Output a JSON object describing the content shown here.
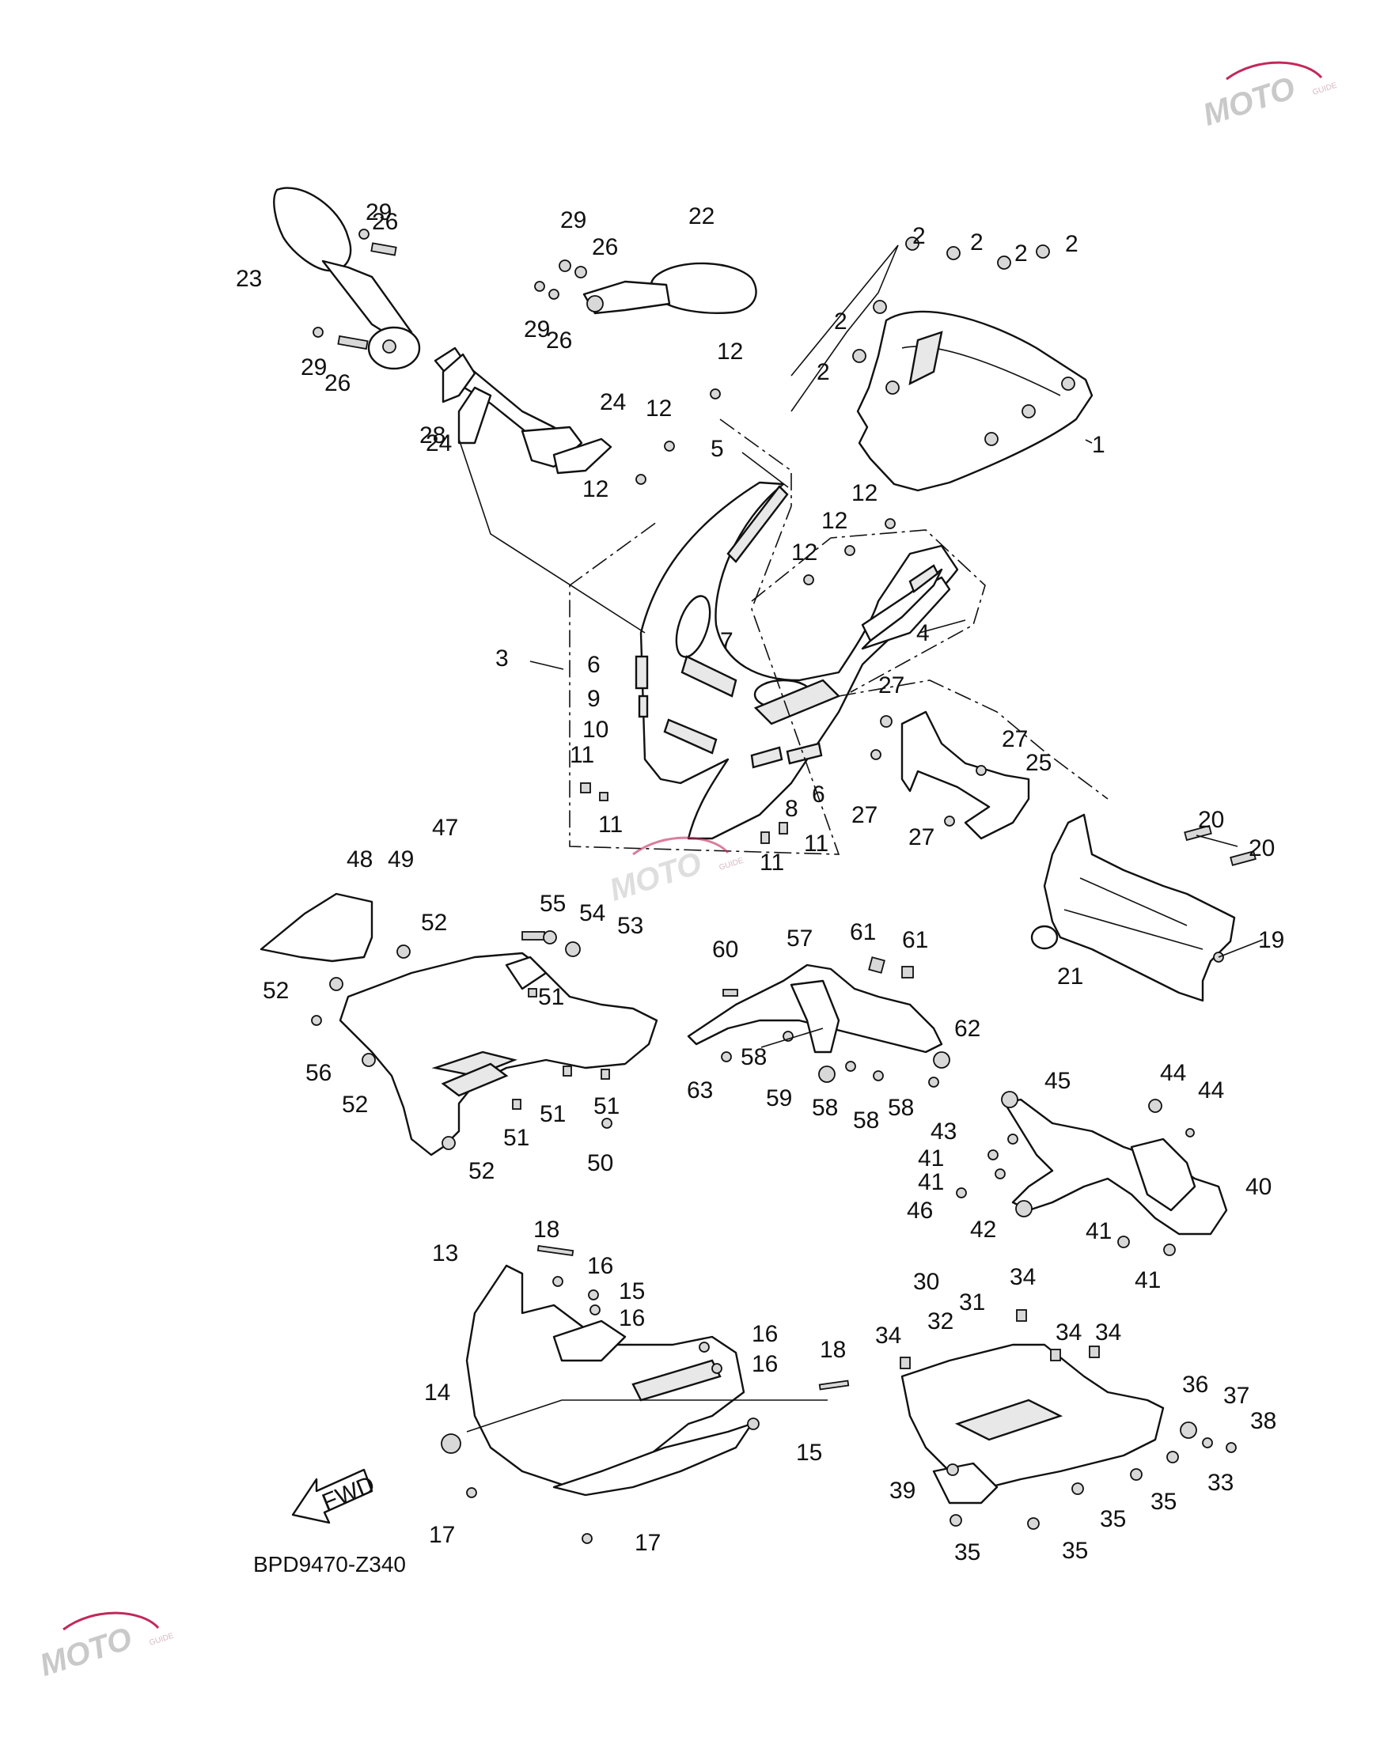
{
  "reference_code": "BPD9470-Z340",
  "fwd_label": "FWD",
  "watermark": {
    "brand": "MOTO",
    "sub": "GUIDE",
    "accent": "#c2285a"
  },
  "colors": {
    "line": "#111111",
    "background": "#ffffff"
  },
  "callouts": [
    {
      "id": "c1",
      "label": "1"
    },
    {
      "id": "c2a",
      "label": "2"
    },
    {
      "id": "c2b",
      "label": "2"
    },
    {
      "id": "c2c",
      "label": "2"
    },
    {
      "id": "c2d",
      "label": "2"
    },
    {
      "id": "c2e",
      "label": "2"
    },
    {
      "id": "c2f",
      "label": "2"
    },
    {
      "id": "c3",
      "label": "3"
    },
    {
      "id": "c4",
      "label": "4"
    },
    {
      "id": "c5",
      "label": "5"
    },
    {
      "id": "c6a",
      "label": "6"
    },
    {
      "id": "c6b",
      "label": "6"
    },
    {
      "id": "c7",
      "label": "7"
    },
    {
      "id": "c8",
      "label": "8"
    },
    {
      "id": "c9",
      "label": "9"
    },
    {
      "id": "c10",
      "label": "10"
    },
    {
      "id": "c11a",
      "label": "11"
    },
    {
      "id": "c11b",
      "label": "11"
    },
    {
      "id": "c11c",
      "label": "11"
    },
    {
      "id": "c11d",
      "label": "11"
    },
    {
      "id": "c12a",
      "label": "12"
    },
    {
      "id": "c12b",
      "label": "12"
    },
    {
      "id": "c12c",
      "label": "12"
    },
    {
      "id": "c12d",
      "label": "12"
    },
    {
      "id": "c12e",
      "label": "12"
    },
    {
      "id": "c12f",
      "label": "12"
    },
    {
      "id": "c13",
      "label": "13"
    },
    {
      "id": "c14",
      "label": "14"
    },
    {
      "id": "c15a",
      "label": "15"
    },
    {
      "id": "c15b",
      "label": "15"
    },
    {
      "id": "c16a",
      "label": "16"
    },
    {
      "id": "c16b",
      "label": "16"
    },
    {
      "id": "c16c",
      "label": "16"
    },
    {
      "id": "c16d",
      "label": "16"
    },
    {
      "id": "c17a",
      "label": "17"
    },
    {
      "id": "c17b",
      "label": "17"
    },
    {
      "id": "c18a",
      "label": "18"
    },
    {
      "id": "c18b",
      "label": "18"
    },
    {
      "id": "c19",
      "label": "19"
    },
    {
      "id": "c20a",
      "label": "20"
    },
    {
      "id": "c20b",
      "label": "20"
    },
    {
      "id": "c21",
      "label": "21"
    },
    {
      "id": "c22",
      "label": "22"
    },
    {
      "id": "c23",
      "label": "23"
    },
    {
      "id": "c24a",
      "label": "24"
    },
    {
      "id": "c24b",
      "label": "24"
    },
    {
      "id": "c25",
      "label": "25"
    },
    {
      "id": "c26a",
      "label": "26"
    },
    {
      "id": "c26b",
      "label": "26"
    },
    {
      "id": "c26c",
      "label": "26"
    },
    {
      "id": "c26d",
      "label": "26"
    },
    {
      "id": "c27a",
      "label": "27"
    },
    {
      "id": "c27b",
      "label": "27"
    },
    {
      "id": "c27c",
      "label": "27"
    },
    {
      "id": "c27d",
      "label": "27"
    },
    {
      "id": "c28",
      "label": "28"
    },
    {
      "id": "c29a",
      "label": "29"
    },
    {
      "id": "c29b",
      "label": "29"
    },
    {
      "id": "c29c",
      "label": "29"
    },
    {
      "id": "c29d",
      "label": "29"
    },
    {
      "id": "c30",
      "label": "30"
    },
    {
      "id": "c31",
      "label": "31"
    },
    {
      "id": "c32",
      "label": "32"
    },
    {
      "id": "c33",
      "label": "33"
    },
    {
      "id": "c34a",
      "label": "34"
    },
    {
      "id": "c34b",
      "label": "34"
    },
    {
      "id": "c34c",
      "label": "34"
    },
    {
      "id": "c34d",
      "label": "34"
    },
    {
      "id": "c35a",
      "label": "35"
    },
    {
      "id": "c35b",
      "label": "35"
    },
    {
      "id": "c35c",
      "label": "35"
    },
    {
      "id": "c35d",
      "label": "35"
    },
    {
      "id": "c36",
      "label": "36"
    },
    {
      "id": "c37",
      "label": "37"
    },
    {
      "id": "c38",
      "label": "38"
    },
    {
      "id": "c39",
      "label": "39"
    },
    {
      "id": "c40",
      "label": "40"
    },
    {
      "id": "c41a",
      "label": "41"
    },
    {
      "id": "c41b",
      "label": "41"
    },
    {
      "id": "c41c",
      "label": "41"
    },
    {
      "id": "c41d",
      "label": "41"
    },
    {
      "id": "c42",
      "label": "42"
    },
    {
      "id": "c43",
      "label": "43"
    },
    {
      "id": "c44a",
      "label": "44"
    },
    {
      "id": "c44b",
      "label": "44"
    },
    {
      "id": "c45",
      "label": "45"
    },
    {
      "id": "c46",
      "label": "46"
    },
    {
      "id": "c47",
      "label": "47"
    },
    {
      "id": "c48",
      "label": "48"
    },
    {
      "id": "c49",
      "label": "49"
    },
    {
      "id": "c50",
      "label": "50"
    },
    {
      "id": "c51a",
      "label": "51"
    },
    {
      "id": "c51b",
      "label": "51"
    },
    {
      "id": "c51c",
      "label": "51"
    },
    {
      "id": "c51d",
      "label": "51"
    },
    {
      "id": "c52a",
      "label": "52"
    },
    {
      "id": "c52b",
      "label": "52"
    },
    {
      "id": "c52c",
      "label": "52"
    },
    {
      "id": "c52d",
      "label": "52"
    },
    {
      "id": "c53",
      "label": "53"
    },
    {
      "id": "c54",
      "label": "54"
    },
    {
      "id": "c55",
      "label": "55"
    },
    {
      "id": "c56",
      "label": "56"
    },
    {
      "id": "c57",
      "label": "57"
    },
    {
      "id": "c58a",
      "label": "58"
    },
    {
      "id": "c58b",
      "label": "58"
    },
    {
      "id": "c58c",
      "label": "58"
    },
    {
      "id": "c58d",
      "label": "58"
    },
    {
      "id": "c59",
      "label": "59"
    },
    {
      "id": "c60",
      "label": "60"
    },
    {
      "id": "c61a",
      "label": "61"
    },
    {
      "id": "c61b",
      "label": "61"
    },
    {
      "id": "c62",
      "label": "62"
    },
    {
      "id": "c63",
      "label": "63"
    }
  ]
}
